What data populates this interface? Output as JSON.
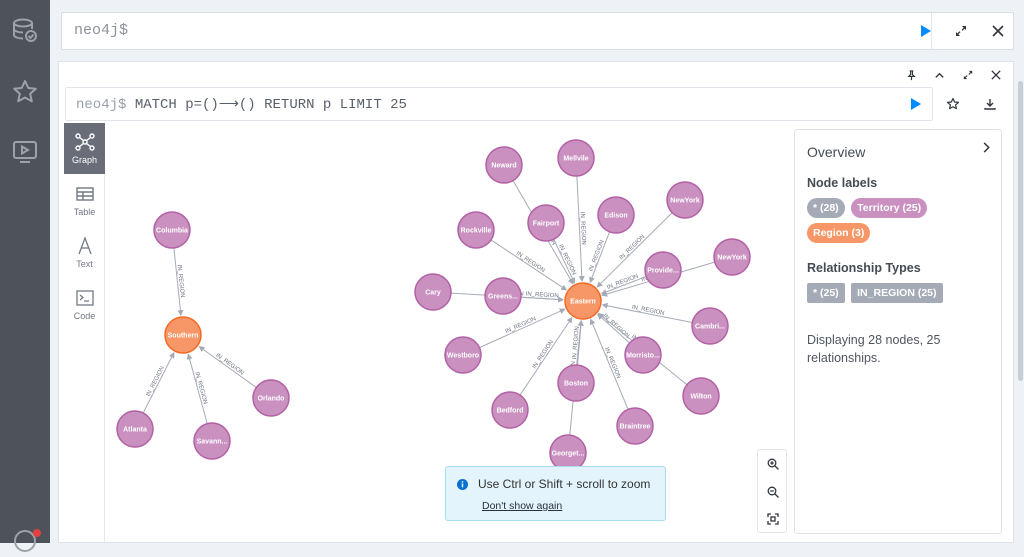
{
  "sidebar": {
    "icons": [
      "database-icon",
      "star-icon",
      "play-guide-icon",
      "help-icon"
    ]
  },
  "top_editor": {
    "prompt": "neo4j$"
  },
  "query": {
    "prompt": "neo4j$",
    "text": " MATCH p=()⟶() RETURN p LIMIT 25"
  },
  "view_tabs": [
    {
      "label": "Graph",
      "icon": "graph-icon"
    },
    {
      "label": "Table",
      "icon": "table-icon"
    },
    {
      "label": "Text",
      "icon": "text-icon"
    },
    {
      "label": "Code",
      "icon": "code-icon"
    }
  ],
  "colors": {
    "region": "#f79767",
    "territory": "#c990c0",
    "rel_chip": "#a5abb6",
    "node_stroke_region": "#f36924",
    "node_stroke_territory": "#b261a5",
    "run": "#018bff"
  },
  "graph": {
    "relationship_label": "IN_REGION",
    "regions": [
      "Southern",
      "Eastern"
    ],
    "territories": [
      {
        "name": "Columbia",
        "region": "Southern"
      },
      {
        "name": "Orlando",
        "region": "Southern"
      },
      {
        "name": "Savann...",
        "region": "Southern"
      },
      {
        "name": "Atlanta",
        "region": "Southern"
      },
      {
        "name": "Neward",
        "region": "Eastern"
      },
      {
        "name": "Mellvile",
        "region": "Eastern"
      },
      {
        "name": "Rockville",
        "region": "Eastern"
      },
      {
        "name": "Fairport",
        "region": "Eastern"
      },
      {
        "name": "Edison",
        "region": "Eastern"
      },
      {
        "name": "NewYork",
        "region": "Eastern"
      },
      {
        "name": "NewYork",
        "region": "Eastern"
      },
      {
        "name": "Provide...",
        "region": "Eastern"
      },
      {
        "name": "Cary",
        "region": "Eastern"
      },
      {
        "name": "Greens...",
        "region": "Eastern"
      },
      {
        "name": "Cambri...",
        "region": "Eastern"
      },
      {
        "name": "Westboro",
        "region": "Eastern"
      },
      {
        "name": "Morristo...",
        "region": "Eastern"
      },
      {
        "name": "Boston",
        "region": "Eastern"
      },
      {
        "name": "Wilton",
        "region": "Eastern"
      },
      {
        "name": "Bedford",
        "region": "Eastern"
      },
      {
        "name": "Braintree",
        "region": "Eastern"
      },
      {
        "name": "Georget...",
        "region": "Eastern"
      }
    ]
  },
  "overview": {
    "title": "Overview",
    "node_labels_heading": "Node labels",
    "node_labels": [
      {
        "text": "* (28)",
        "color": "#a5abb6"
      },
      {
        "text": "Territory (25)",
        "color": "#c990c0"
      },
      {
        "text": "Region (3)",
        "color": "#f79767"
      }
    ],
    "rel_types_heading": "Relationship Types",
    "rel_types": [
      {
        "text": "* (25)",
        "color": "#a5abb6"
      },
      {
        "text": "IN_REGION (25)",
        "color": "#a5abb6"
      }
    ],
    "description": "Displaying 28 nodes, 25 relationships."
  },
  "toast": {
    "message": "Use Ctrl or Shift + scroll to zoom",
    "link": "Don't show again"
  }
}
